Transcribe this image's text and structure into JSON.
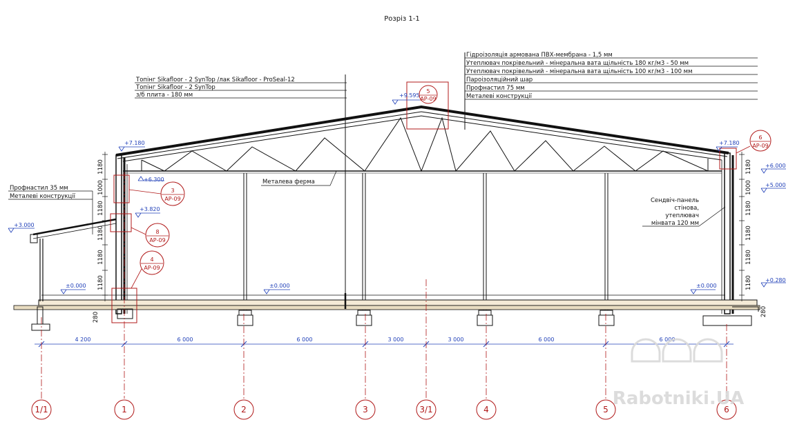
{
  "title": "Розріз 1-1",
  "roof_layers": [
    "Гідроізоляція армована ПВХ-мембрана    - 1,5 мм",
    "Утеплювач покрівельний - мінеральна вата щільність 180 кг/м3    - 50 мм",
    "Утеплювач покрівельний - мінеральна вата щільність 100 кг/м3    - 100 мм",
    "Пароізоляційний шар",
    "Профнастил 75 мм",
    "Металеві конструкції"
  ],
  "floor_layers": [
    "Топінг Sikafloor - 2 SynTop /лак Sikafloor - ProSeal-12",
    "Топінг Sikafloor - 2 SynTop",
    "з/б плита    - 180 мм"
  ],
  "canopy_layers": [
    "Профнастил 35 мм",
    "Металеві конструкції"
  ],
  "truss_label": "Металева ферма",
  "wall_note": [
    "Сендвіч-панель",
    "стінова,",
    "утеплювач",
    "мінвата 120 мм"
  ],
  "levels": {
    "ridge": "+9.595",
    "eave_left": "+7.180",
    "eave_right": "+7.180",
    "left_6300": "+6.300",
    "left_3820": "+3.820",
    "canopy": "+3.000",
    "zero_left": "±0.000",
    "zero_mid": "±0.000",
    "zero_right": "±0.000",
    "right_6000": "+6.000",
    "right_5000": "+5.000",
    "right_0280": "+0.280"
  },
  "wall_dims": [
    "1180",
    "1000",
    "1180",
    "1180",
    "1180",
    "1180"
  ],
  "base_dim": "280",
  "callouts": [
    {
      "num": "5",
      "ref": "АР-09"
    },
    {
      "num": "6",
      "ref": "АР-09"
    },
    {
      "num": "3",
      "ref": "АР-09"
    },
    {
      "num": "8",
      "ref": "АР-09"
    },
    {
      "num": "4",
      "ref": "АР-09"
    }
  ],
  "axes": [
    "1/1",
    "1",
    "2",
    "3",
    "3/1",
    "4",
    "5",
    "6"
  ],
  "spans": [
    "4 200",
    "6 000",
    "6 000",
    "3 000",
    "3 000",
    "6 000",
    "6 000"
  ],
  "watermark": "Rabotniki.UA",
  "colors": {
    "line": "#111111",
    "red": "#b01818",
    "blue": "#1f3fb8",
    "hatch": "#c0a060"
  }
}
